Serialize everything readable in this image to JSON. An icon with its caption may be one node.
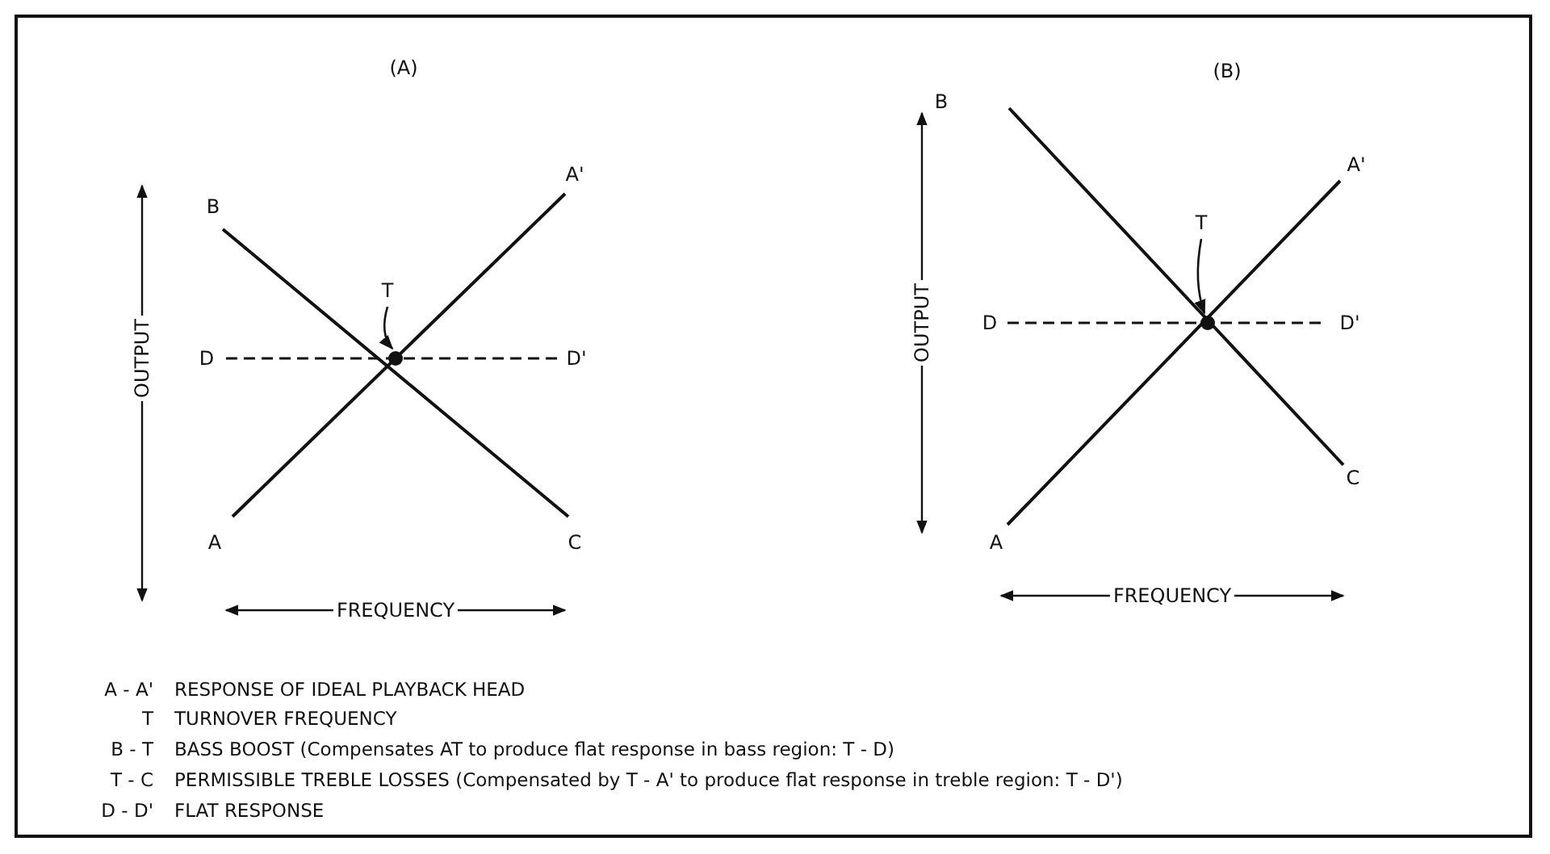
{
  "diagram": {
    "nodes": [
      {
        "text": [
          "T"
        ]
      },
      {
        "text": [],
        "shape": "circle"
      },
      {
        "text": [
          "T"
        ]
      },
      {
        "text": [],
        "shape": "circle"
      }
    ],
    "edges": [
      {
        "from": 0,
        "to": 1,
        "arrow": "to"
      },
      {
        "from": 2,
        "to": 3,
        "arrow": "to"
      }
    ],
    "labels": [
      "(A)",
      "B",
      "A'",
      "OUTPUT",
      "D",
      "D'",
      "A",
      "C",
      "FREQUENCY",
      "(B)",
      "B",
      "A'",
      "OUTPUT",
      "D",
      "D'",
      "C",
      "A",
      "FREQUENCY",
      "A - A'",
      "RESPONSE OF IDEAL PLAYBACK HEAD",
      "T",
      "TURNOVER FREQUENCY",
      "B - T",
      "BASS BOOST (Compensates AT to produce flat response in bass region: T - D)",
      "T - C",
      "PERMISSIBLE TREBLE LOSSES (Compensated by T - A' to produce flat response in treble region: T - D')",
      "D - D'",
      "FLAT RESPONSE"
    ]
  }
}
